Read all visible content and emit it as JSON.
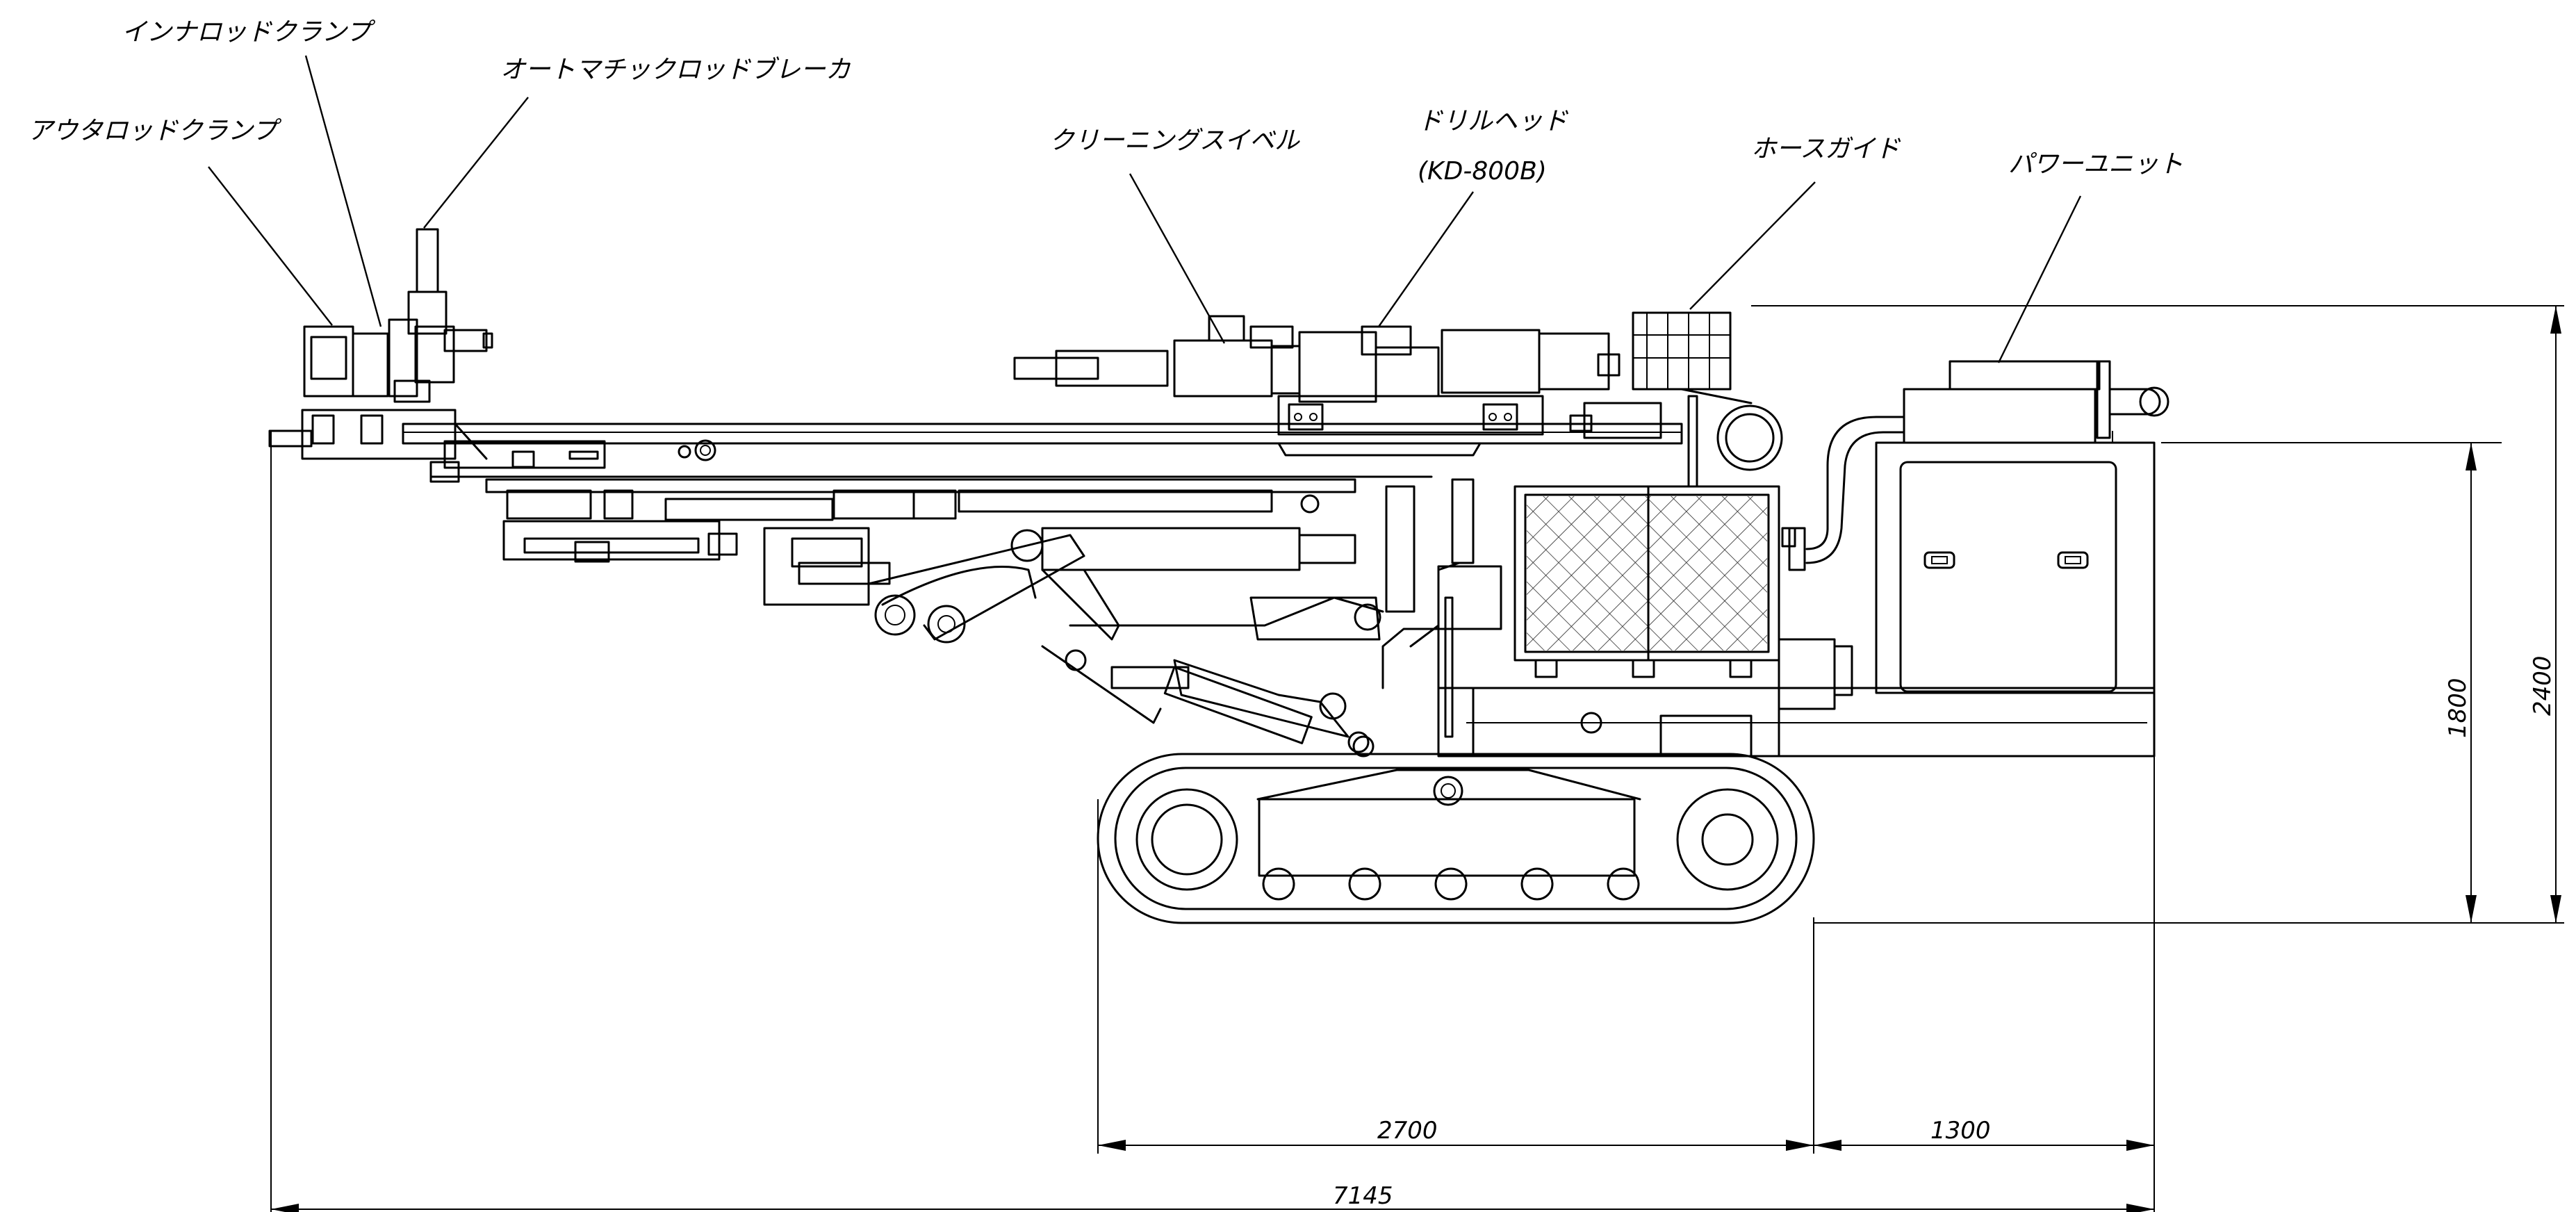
{
  "labels": {
    "outer_rod_clamp": "アウタロッドクランプ",
    "inner_rod_clamp": "インナロッドクランプ",
    "auto_rod_breaker": "オートマチックロッドブレーカ",
    "cleaning_swivel": "クリーニングスイベル",
    "drill_head": "ドリルヘッド",
    "drill_head_model": "(KD-800B)",
    "hose_guide": "ホースガイド",
    "power_unit": "パワーユニット"
  },
  "dimensions": {
    "height_machine": "1800",
    "height_total": "2400",
    "track_length": "2700",
    "rear_overhang": "1300",
    "total_length": "7145"
  }
}
